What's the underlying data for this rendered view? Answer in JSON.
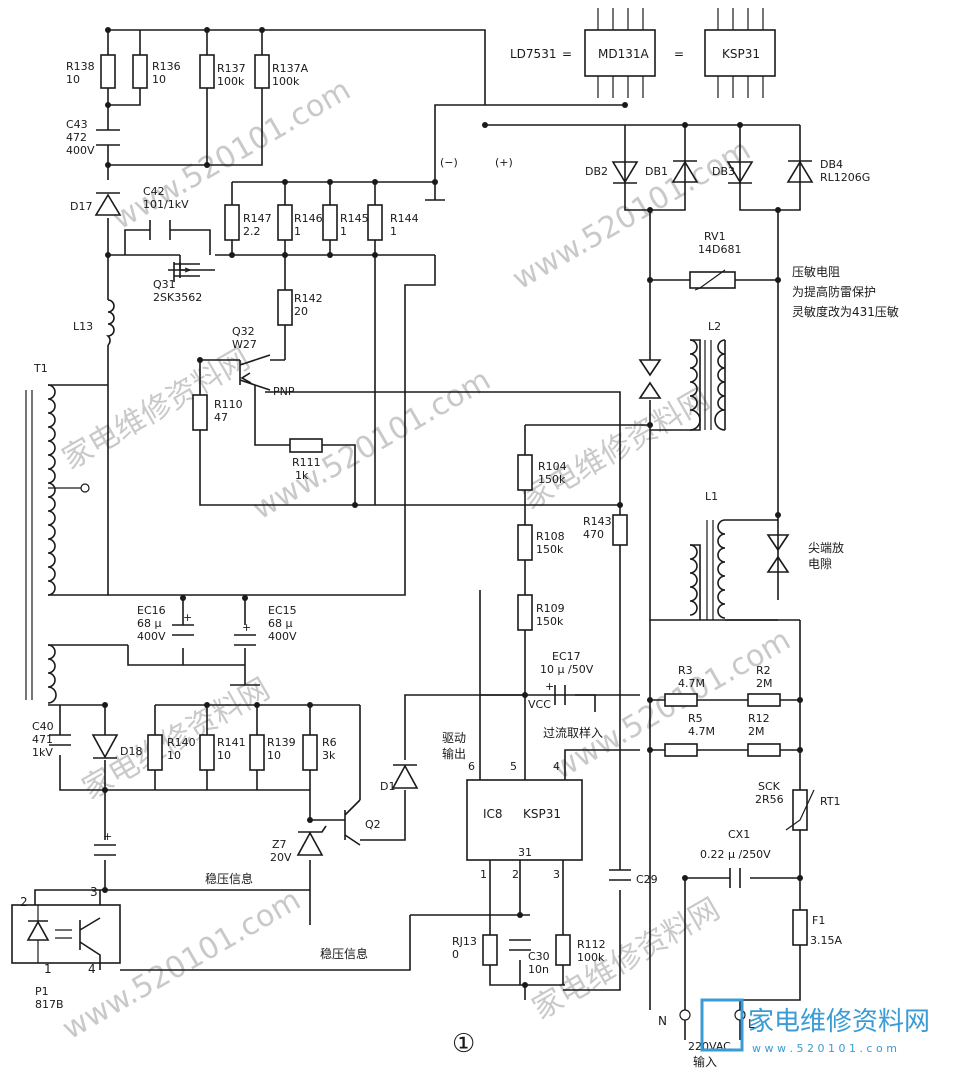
{
  "header": {
    "equiv_left": "LD7531",
    "equals_1": "=",
    "chip_a": "MD131A",
    "equals_2": "=",
    "chip_b": "KSP31"
  },
  "components": {
    "R138": {
      "ref": "R138",
      "val": "10"
    },
    "R136": {
      "ref": "R136",
      "val": "10"
    },
    "R137": {
      "ref": "R137",
      "val": "100k"
    },
    "R137A": {
      "ref": "R137A",
      "val": "100k"
    },
    "C43": {
      "ref": "C43",
      "val1": "472",
      "val2": "400V"
    },
    "D17": {
      "ref": "D17"
    },
    "C42": {
      "ref": "C42",
      "val": "101/1kV"
    },
    "R147": {
      "ref": "R147",
      "val": "2.2"
    },
    "R146": {
      "ref": "R146",
      "val": "1"
    },
    "R145": {
      "ref": "R145",
      "val": "1"
    },
    "R144": {
      "ref": "R144",
      "val": "1"
    },
    "Q31": {
      "ref": "Q31",
      "val": "2SK3562"
    },
    "R142": {
      "ref": "R142",
      "val": "20"
    },
    "Q32": {
      "ref": "Q32",
      "val": "W27",
      "type": "PNP"
    },
    "R110": {
      "ref": "R110",
      "val": "47"
    },
    "R111": {
      "ref": "R111",
      "val": "1k"
    },
    "L13": {
      "ref": "L13"
    },
    "T1": {
      "ref": "T1"
    },
    "EC16": {
      "ref": "EC16",
      "val1": "68 μ",
      "val2": "400V"
    },
    "EC15": {
      "ref": "EC15",
      "val1": "68 μ",
      "val2": "400V"
    },
    "C40": {
      "ref": "C40",
      "val1": "471",
      "val2": "1kV"
    },
    "D18": {
      "ref": "D18"
    },
    "R140": {
      "ref": "R140",
      "val": "10"
    },
    "R141": {
      "ref": "R141",
      "val": "10"
    },
    "R139": {
      "ref": "R139",
      "val": "10"
    },
    "R6": {
      "ref": "R6",
      "val": "3k"
    },
    "Z7": {
      "ref": "Z7",
      "val": "20V"
    },
    "Q2": {
      "ref": "Q2"
    },
    "D1": {
      "ref": "D1"
    },
    "R104": {
      "ref": "R104",
      "val": "150k"
    },
    "R108": {
      "ref": "R108",
      "val": "150k"
    },
    "R109": {
      "ref": "R109",
      "val": "150k"
    },
    "R143": {
      "ref": "R143",
      "val": "470"
    },
    "EC17": {
      "ref": "EC17",
      "val": "10 μ /50V"
    },
    "IC8": {
      "ref": "IC8",
      "val": "KSP31"
    },
    "RJ13": {
      "ref": "RJ13",
      "val": "0"
    },
    "C30": {
      "ref": "C30",
      "val": "10n"
    },
    "R112": {
      "ref": "R112",
      "val": "100k"
    },
    "C29": {
      "ref": "C29"
    },
    "P1": {
      "ref": "P1",
      "val": "817B"
    },
    "DB1": {
      "ref": "DB1"
    },
    "DB2": {
      "ref": "DB2"
    },
    "DB3": {
      "ref": "DB3"
    },
    "DB4": {
      "ref": "DB4",
      "val": "RL1206G"
    },
    "RV1": {
      "ref": "RV1",
      "val": "14D681"
    },
    "L2": {
      "ref": "L2"
    },
    "L1": {
      "ref": "L1"
    },
    "R3": {
      "ref": "R3",
      "val": "4.7M"
    },
    "R2": {
      "ref": "R2",
      "val": "2M"
    },
    "R5": {
      "ref": "R5",
      "val": "4.7M"
    },
    "R12": {
      "ref": "R12",
      "val": "2M"
    },
    "RT1": {
      "ref": "RT1",
      "val1": "SCK",
      "val2": "2R56"
    },
    "CX1": {
      "ref": "CX1",
      "val": "0.22 μ /250V"
    },
    "F1": {
      "ref": "F1",
      "val": "3.15A"
    }
  },
  "labels": {
    "minus": "(−)",
    "plus": "(+)",
    "vcc": "VCC",
    "drive_1": "驱动",
    "drive_2": "输出",
    "overcurrent": "过流取样入",
    "regulation_1": "稳压信息",
    "regulation_2": "稳压信息",
    "varistor_1": "压敏电阻",
    "varistor_2": "为提高防雷保护",
    "varistor_3": "灵敏度改为431压敏",
    "spark_1": "尖端放",
    "spark_2": "电隙",
    "pin6": "6",
    "pin5": "5",
    "pin4": "4",
    "pin1": "1",
    "pin2": "2",
    "pin3": "3",
    "pin31": "31",
    "opto_p2": "2",
    "opto_p3": "3",
    "opto_p1": "1",
    "opto_p4": "4",
    "input_n": "N",
    "input_l": "L",
    "input_v": "220VAC",
    "input_t": "输入",
    "figure_no": "①"
  },
  "watermark": {
    "site": "www.520101.com",
    "cn": "家电维修资料网",
    "brand": "家电维修资料网",
    "brand_url": "w w w . 5 2 0 1 0 1 . c o m"
  }
}
